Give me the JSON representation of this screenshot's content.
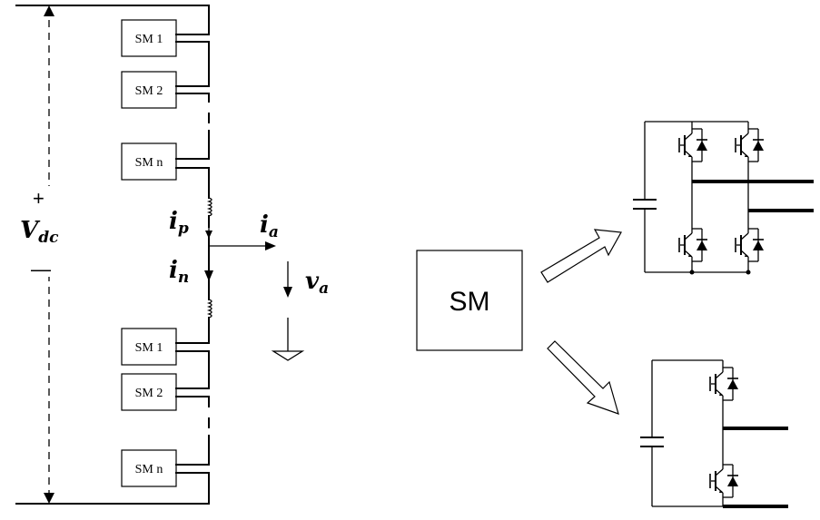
{
  "dc_bus": {
    "voltage_symbol": "V",
    "voltage_subscript": "dc",
    "plus": "+",
    "minus": "—"
  },
  "upper_arm": {
    "modules": [
      "SM 1",
      "SM 2",
      "SM n"
    ]
  },
  "lower_arm": {
    "modules": [
      "SM 1",
      "SM 2",
      "SM n"
    ]
  },
  "currents": {
    "ip": {
      "symbol": "i",
      "subscript": "p"
    },
    "in": {
      "symbol": "i",
      "subscript": "n"
    },
    "ia": {
      "symbol": "i",
      "subscript": "a"
    }
  },
  "output_voltage": {
    "symbol": "v",
    "subscript": "a"
  },
  "submodule": {
    "label": "SM"
  },
  "topologies": [
    "full-bridge",
    "half-bridge"
  ]
}
